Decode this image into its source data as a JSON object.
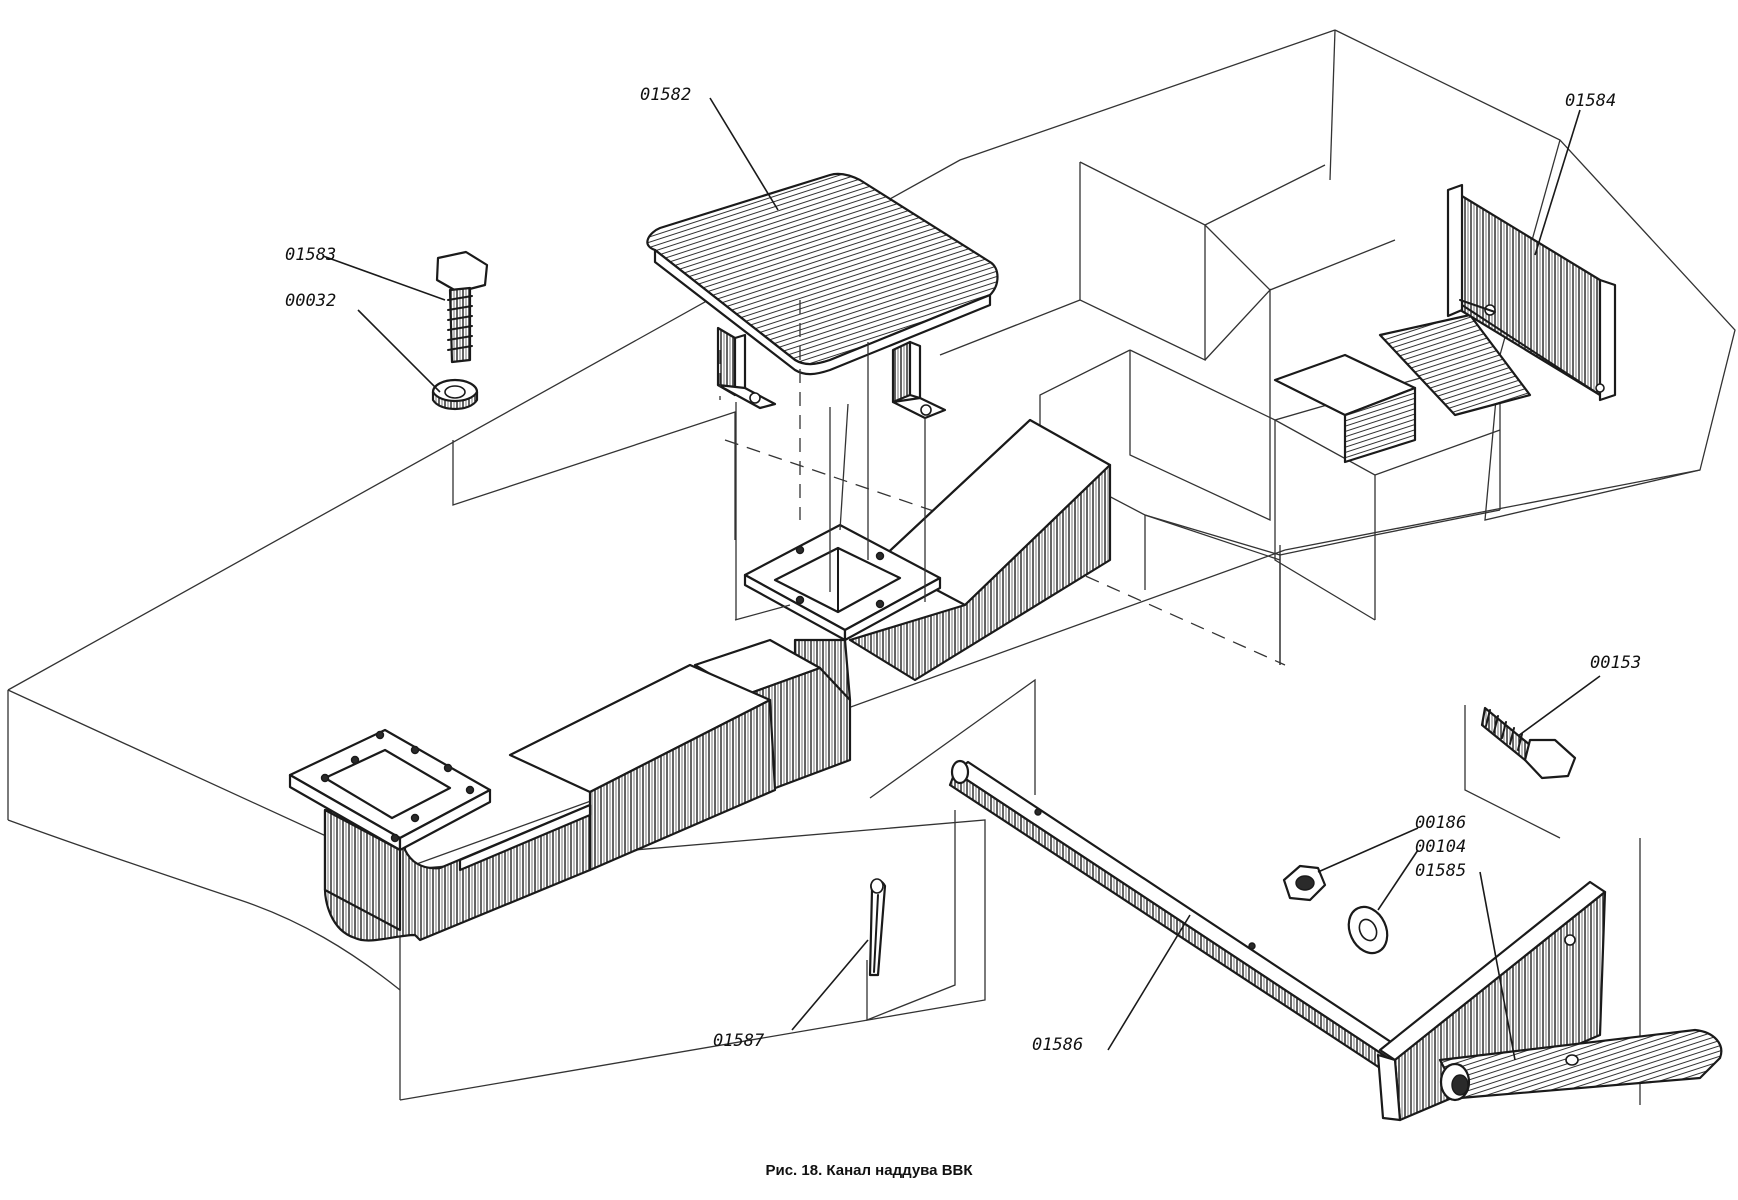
{
  "figure": {
    "caption": "Рис. 18. Канал наддува ВВК"
  },
  "labels": {
    "p01582": "01582",
    "p01583": "01583",
    "p00032": "00032",
    "p01584": "01584",
    "p00153": "00153",
    "p00186": "00186",
    "p00104": "00104",
    "p01585": "01585",
    "p01587": "01587",
    "p01586": "01586"
  }
}
